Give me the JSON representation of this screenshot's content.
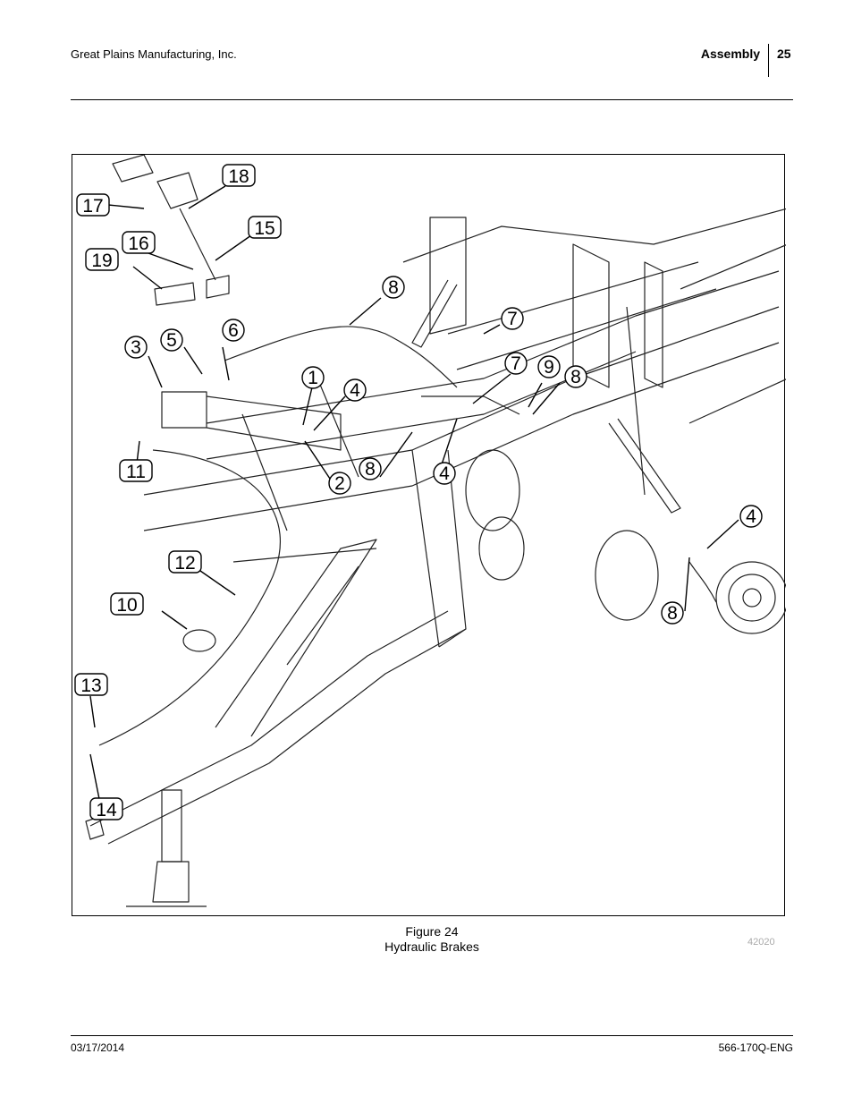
{
  "header": {
    "company": "Great Plains Manufacturing, Inc.",
    "section": "Assembly",
    "page_number": "25"
  },
  "figure": {
    "caption_number": "Figure 24",
    "caption_title": "Hydraulic Brakes",
    "drawing_number": "42020",
    "callouts": [
      "18",
      "17",
      "15",
      "16",
      "19",
      "8",
      "7",
      "5",
      "6",
      "3",
      "7",
      "9",
      "8",
      "1",
      "4",
      "8",
      "4",
      "2",
      "11",
      "4",
      "12",
      "8",
      "10",
      "13",
      "14"
    ]
  },
  "footer": {
    "date": "03/17/2014",
    "doc_number": "566-170Q-ENG"
  }
}
